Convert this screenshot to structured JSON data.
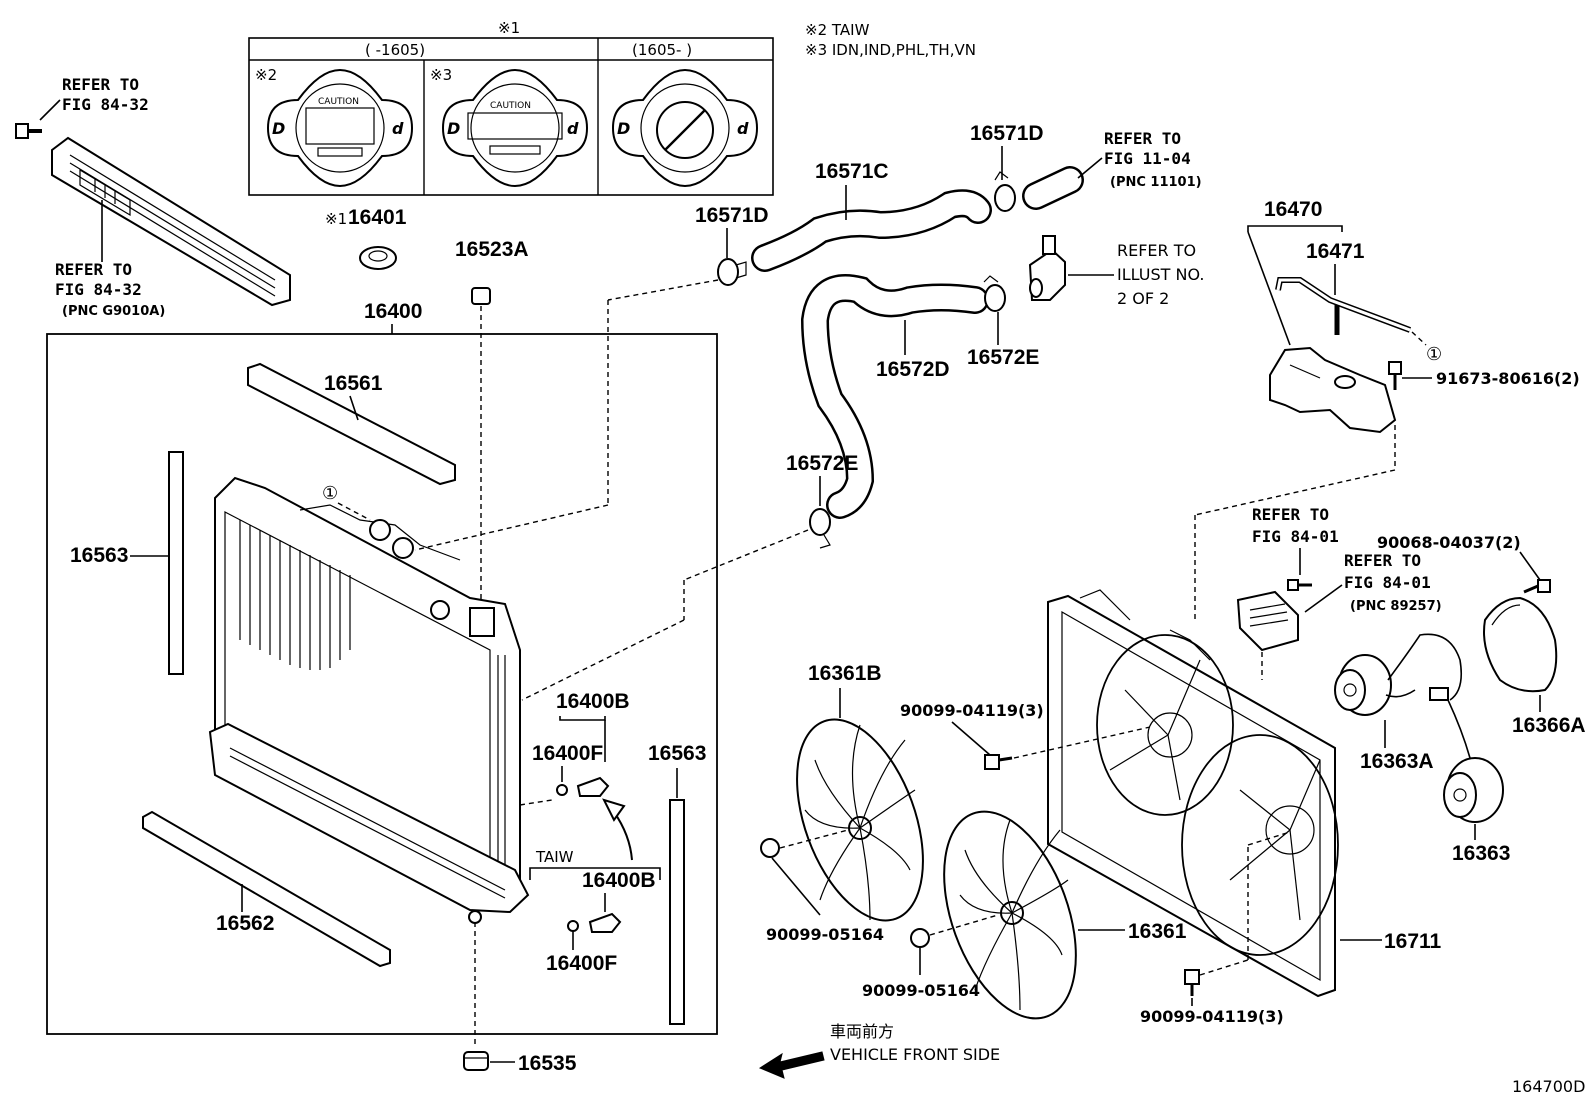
{
  "notes": {
    "n1": "※1",
    "n2": "※2 TAIW",
    "n3": "※3 IDN,IND,PHL,TH,VN"
  },
  "cap_table": {
    "col1": "(      -1605)",
    "col2": "(1605-      )",
    "m2": "※2",
    "m3": "※3",
    "caution": "CAUTION"
  },
  "refs": {
    "r1a": "REFER TO",
    "r1b": "FIG 84-32",
    "r2a": "REFER TO",
    "r2b": "FIG 84-32",
    "r2c": "(PNC G9010A)",
    "r3a": "REFER TO",
    "r3b": "FIG 11-04",
    "r3c": "(PNC 11101)",
    "r4a": "REFER TO",
    "r4b": "ILLUST NO.",
    "r4c": "2 OF 2",
    "r5a": "REFER TO",
    "r5b": "FIG 84-01",
    "r6a": "REFER TO",
    "r6b": "FIG 84-01",
    "r6c": "(PNC 89257)"
  },
  "parts": {
    "p16401_mark": "※1",
    "p16401": "16401",
    "p16523A": "16523A",
    "p16400": "16400",
    "p16561": "16561",
    "p16563a": "16563",
    "p16563b": "16563",
    "p16562": "16562",
    "p16535": "16535",
    "p16400B_a": "16400B",
    "p16400F_a": "16400F",
    "taiw": "TAIW",
    "p16400B_b": "16400B",
    "p16400F_b": "16400F",
    "p16571C": "16571C",
    "p16571D_a": "16571D",
    "p16571D_b": "16571D",
    "p16572D": "16572D",
    "p16572E_a": "16572E",
    "p16572E_b": "16572E",
    "p16470": "16470",
    "p16471": "16471",
    "circle1_a": "①",
    "circle1_b": "①",
    "p91673": "91673-80616(2)",
    "p90068": "90068-04037(2)",
    "p16361B": "16361B",
    "p90099_04119_a": "90099-04119(3)",
    "p90099_04119_b": "90099-04119(3)",
    "p90099_05164_a": "90099-05164",
    "p90099_05164_b": "90099-05164",
    "p16361": "16361",
    "p16711": "16711",
    "p16363A": "16363A",
    "p16363": "16363",
    "p16366A": "16366A"
  },
  "front": {
    "jp": "車両前方",
    "en": "VEHICLE FRONT SIDE"
  },
  "figure_id": "164700D"
}
